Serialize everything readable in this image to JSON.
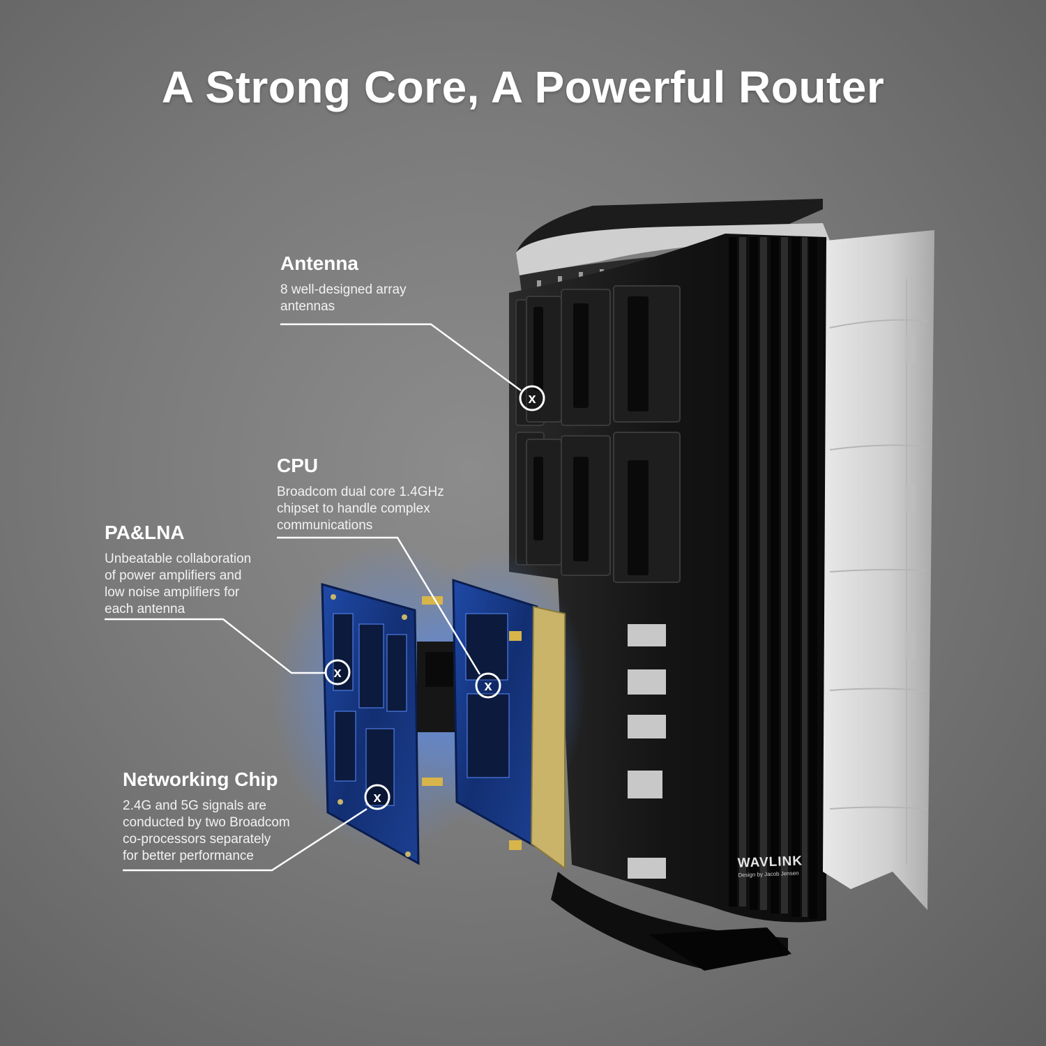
{
  "headline": "A Strong Core, A Powerful Router",
  "callouts": {
    "antenna": {
      "title": "Antenna",
      "description": "8 well-designed array\nantennas"
    },
    "cpu": {
      "title": "CPU",
      "description": "Broadcom dual core 1.4GHz\nchipset to handle complex\ncommunications"
    },
    "pa_lna": {
      "title": "PA&LNA",
      "description": "Unbeatable collaboration\nof power amplifiers and\nlow noise amplifiers for\neach antenna"
    },
    "networking_chip": {
      "title": "Networking Chip",
      "description": "2.4G and 5G signals are\nconducted by two Broadcom\nco-processors separately\nfor better performance"
    }
  },
  "marker_symbol": "x",
  "brand": {
    "logo": "WAVLINK",
    "tagline": "Design by Jacob Jensen"
  },
  "colors": {
    "background": "#7a7a7a",
    "text": "#ffffff",
    "chassis": "#1a1a1a",
    "pcb": "#1b3a8c",
    "pcb_glow": "#3f7cff",
    "gold": "#c9b46a",
    "panel": "#d6d6d6"
  },
  "icons": [
    "x-marker-icon"
  ]
}
